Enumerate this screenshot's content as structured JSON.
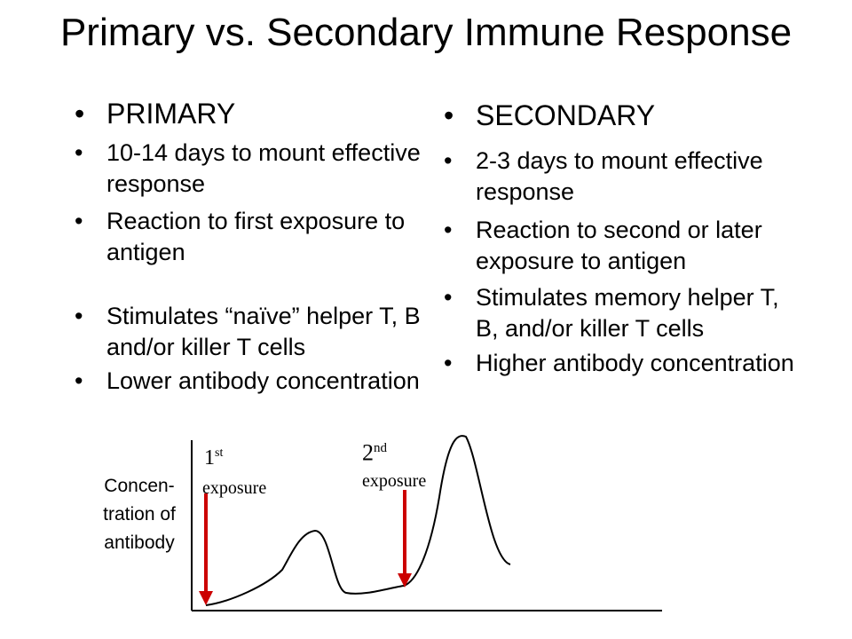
{
  "title": "Primary vs. Secondary Immune Response",
  "primary": {
    "heading": "PRIMARY",
    "points": [
      "10-14 days to mount effective response",
      "Reaction to first exposure to antigen",
      "Stimulates “naïve” helper T, B and/or killer T cells",
      "Lower antibody concentration"
    ]
  },
  "secondary": {
    "heading": "SECONDARY",
    "points": [
      "2-3 days to mount effective response",
      "Reaction to second or later exposure to antigen",
      "Stimulates memory helper T, B, and/or killer T cells",
      "Higher antibody concentration"
    ]
  },
  "graph": {
    "y_label": "Concen-tration of antibody",
    "y_label_lines": [
      "Concen-",
      "tration of",
      "antibody"
    ],
    "first_exposure": {
      "num": "1",
      "suffix": "st",
      "word": "exposure"
    },
    "second_exposure": {
      "num": "2",
      "suffix": "nd",
      "word": "exposure"
    },
    "colors": {
      "curve": "#000000",
      "arrow": "#cc0000"
    }
  }
}
